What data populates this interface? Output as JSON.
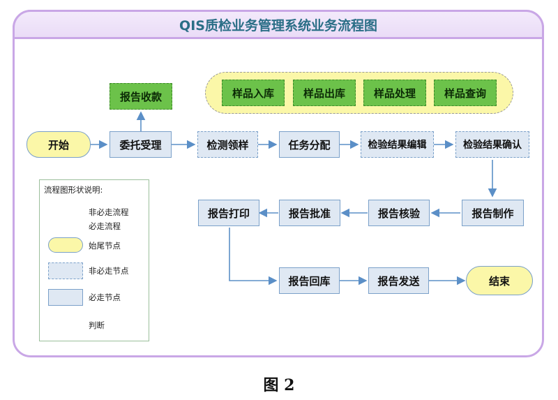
{
  "title": "QIS质检业务管理系统业务流程图",
  "caption": "图 2",
  "nodes": {
    "start": "开始",
    "entrust": "委托受理",
    "report_payment": "报告收款",
    "sample_receive": "检测领样",
    "task_assign": "任务分配",
    "result_edit": "检验结果编辑",
    "result_confirm": "检验结果确认",
    "report_make": "报告制作",
    "report_verify": "报告核验",
    "report_approve": "报告批准",
    "report_print": "报告打印",
    "report_archive": "报告回库",
    "report_send": "报告发送",
    "end": "结束"
  },
  "sample_group": [
    "样品入库",
    "样品出库",
    "样品处理",
    "样品查询"
  ],
  "legend": {
    "title": "流程图形状说明:",
    "optional_flow": "非必走流程",
    "required_flow": "必走流程",
    "terminal_node": "始尾节点",
    "optional_node": "非必走节点",
    "required_node": "必走节点",
    "decision": "判断"
  },
  "colors": {
    "frame": "#c9a7e6",
    "title_text": "#2a6e86",
    "arrow": "#5b8fc7",
    "green_arrow": "#3d9a6a",
    "node_fill": "#dfe8f3",
    "terminal_fill": "#fbf7a8",
    "green_fill": "#6cc24a"
  }
}
